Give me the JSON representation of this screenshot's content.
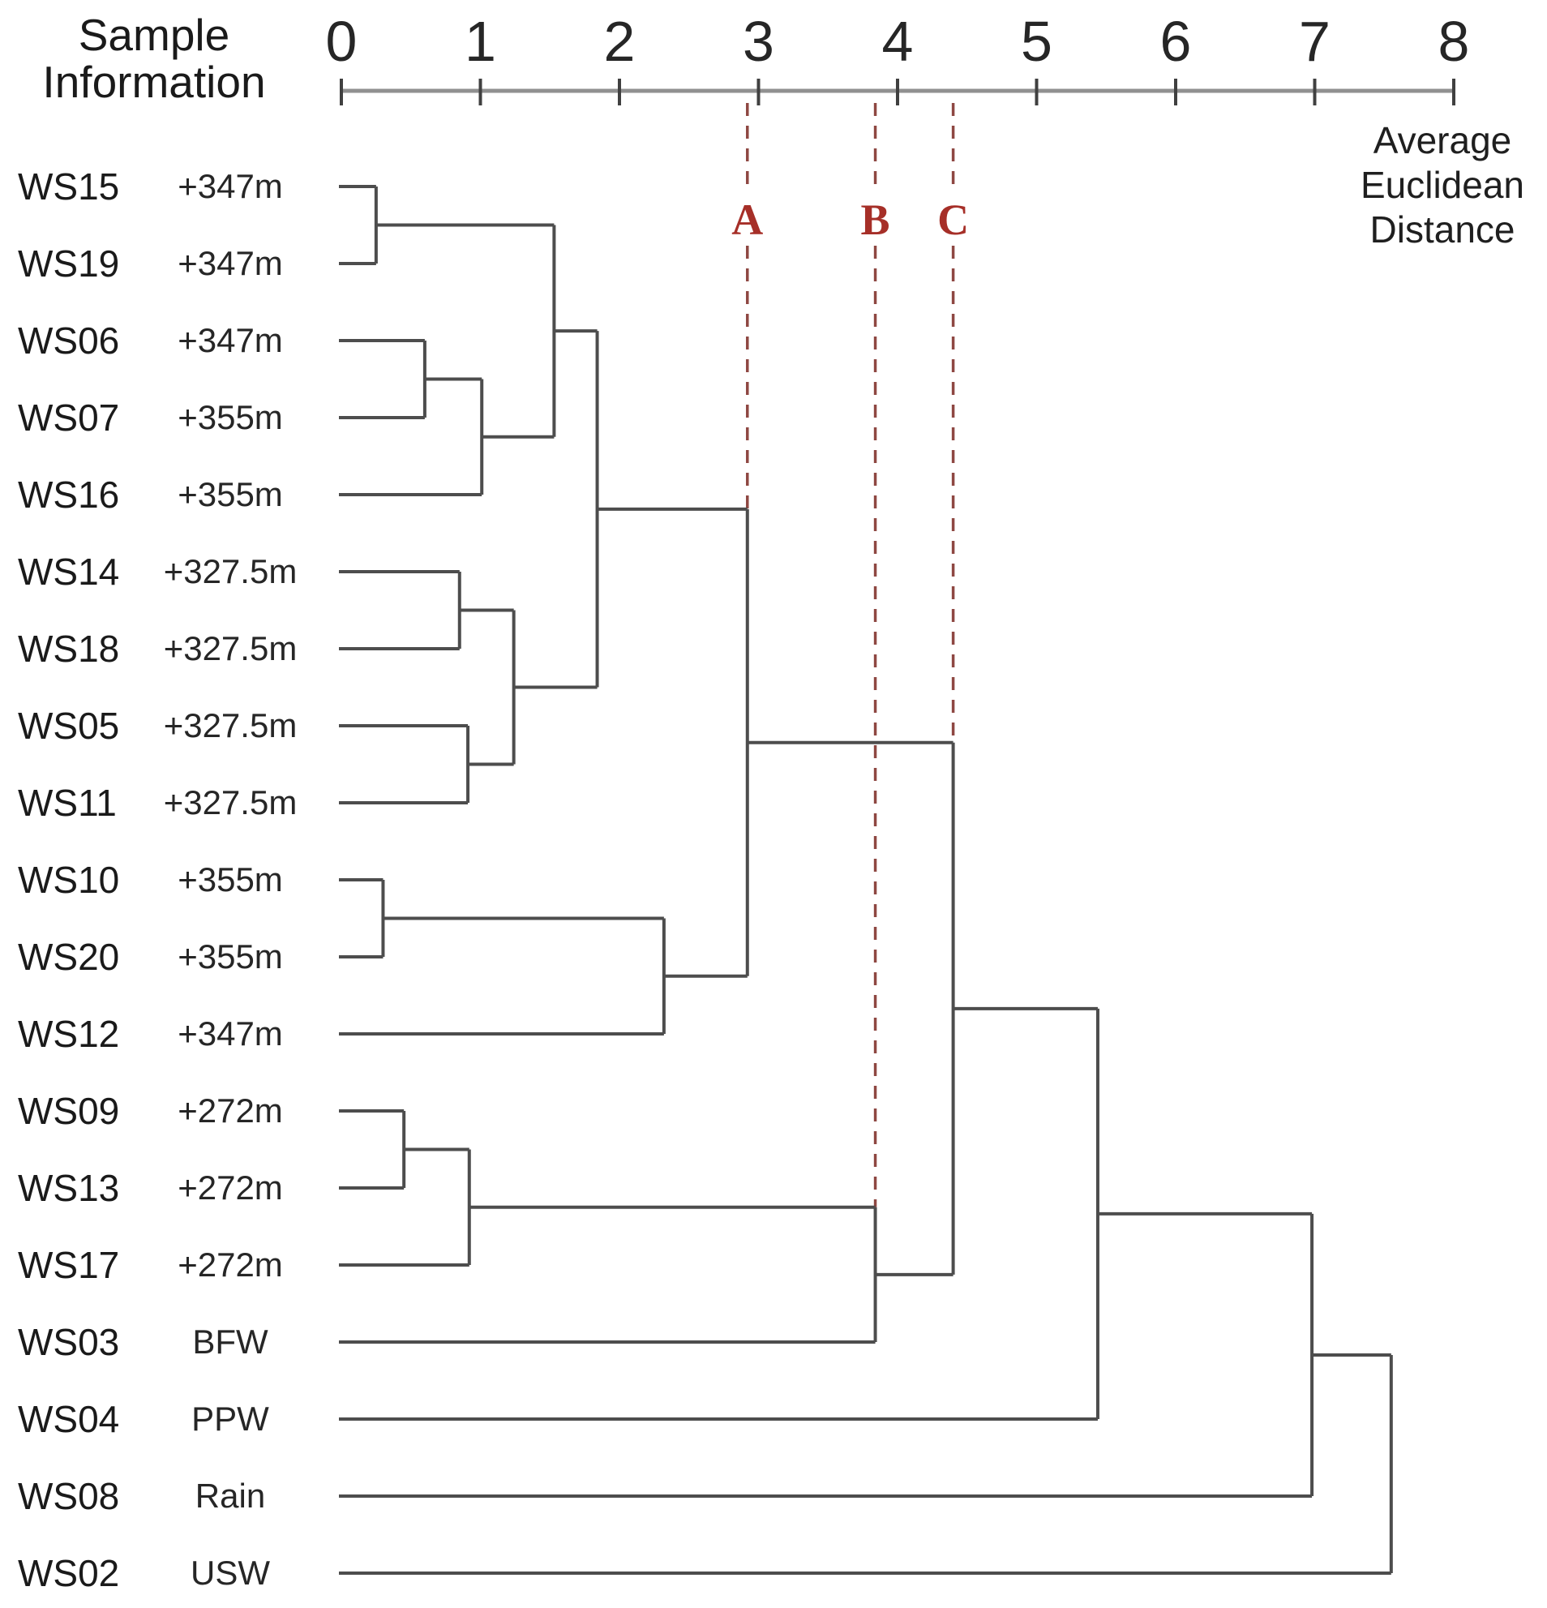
{
  "header": {
    "title": "Sample Information"
  },
  "axis": {
    "title": "Average Euclidean Distance",
    "min": 0,
    "max": 8,
    "ticks": [
      "0",
      "1",
      "2",
      "3",
      "4",
      "5",
      "6",
      "7",
      "8"
    ]
  },
  "colors": {
    "background": "#ffffff",
    "dendrogram_line": "#4d4d4d",
    "axis_line": "#909090",
    "tick_mark": "#404040",
    "text": "#1a1a1a",
    "cut_dash": "#8e4742",
    "cut_label": "#a62f28"
  },
  "chart_data": {
    "type": "dendrogram",
    "orientation": "horizontal",
    "title": "Sample Information",
    "xlabel": "Average Euclidean Distance",
    "axis_range": [
      0,
      8
    ],
    "grid": false,
    "leaves": [
      {
        "id": "WS15",
        "info": "+347m"
      },
      {
        "id": "WS19",
        "info": "+347m"
      },
      {
        "id": "WS06",
        "info": "+347m"
      },
      {
        "id": "WS07",
        "info": "+355m"
      },
      {
        "id": "WS16",
        "info": "+355m"
      },
      {
        "id": "WS14",
        "info": "+327.5m"
      },
      {
        "id": "WS18",
        "info": "+327.5m"
      },
      {
        "id": "WS05",
        "info": "+327.5m"
      },
      {
        "id": "WS11",
        "info": "+327.5m"
      },
      {
        "id": "WS10",
        "info": "+355m"
      },
      {
        "id": "WS20",
        "info": "+355m"
      },
      {
        "id": "WS12",
        "info": "+347m"
      },
      {
        "id": "WS09",
        "info": "+272m"
      },
      {
        "id": "WS13",
        "info": "+272m"
      },
      {
        "id": "WS17",
        "info": "+272m"
      },
      {
        "id": "WS03",
        "info": "BFW"
      },
      {
        "id": "WS04",
        "info": "PPW"
      },
      {
        "id": "WS08",
        "info": "Rain"
      },
      {
        "id": "WS02",
        "info": "USW"
      }
    ],
    "merges": [
      {
        "id": "n1",
        "a": "WS15",
        "b": "WS19",
        "distance": 0.25
      },
      {
        "id": "n2",
        "a": "WS06",
        "b": "WS07",
        "distance": 0.6
      },
      {
        "id": "n3",
        "a": "n2",
        "b": "WS16",
        "distance": 1.01
      },
      {
        "id": "n4",
        "a": "n1",
        "b": "n3",
        "distance": 1.53
      },
      {
        "id": "n5",
        "a": "WS14",
        "b": "WS18",
        "distance": 0.85
      },
      {
        "id": "n6",
        "a": "WS05",
        "b": "WS11",
        "distance": 0.91
      },
      {
        "id": "n7",
        "a": "n5",
        "b": "n6",
        "distance": 1.24
      },
      {
        "id": "n8",
        "a": "n4",
        "b": "n7",
        "distance": 1.84
      },
      {
        "id": "n9",
        "a": "WS10",
        "b": "WS20",
        "distance": 0.3
      },
      {
        "id": "n10",
        "a": "n9",
        "b": "WS12",
        "distance": 2.32
      },
      {
        "id": "n11",
        "a": "n8",
        "b": "n10",
        "distance": 2.92
      },
      {
        "id": "n12",
        "a": "WS09",
        "b": "WS13",
        "distance": 0.45
      },
      {
        "id": "n13",
        "a": "n12",
        "b": "WS17",
        "distance": 0.92
      },
      {
        "id": "n14",
        "a": "n13",
        "b": "WS03",
        "distance": 3.84
      },
      {
        "id": "n15",
        "a": "n11",
        "b": "n14",
        "distance": 4.4
      },
      {
        "id": "n16",
        "a": "n15",
        "b": "WS04",
        "distance": 5.44
      },
      {
        "id": "n17",
        "a": "n16",
        "b": "WS08",
        "distance": 6.98
      },
      {
        "id": "n18",
        "a": "n17",
        "b": "WS02",
        "distance": 7.55
      }
    ],
    "cut_lines": [
      {
        "label": "A",
        "distance": 2.92,
        "at_merge": "n11"
      },
      {
        "label": "B",
        "distance": 3.84,
        "at_merge": "n14"
      },
      {
        "label": "C",
        "distance": 4.4,
        "at_merge": "n15"
      }
    ]
  }
}
